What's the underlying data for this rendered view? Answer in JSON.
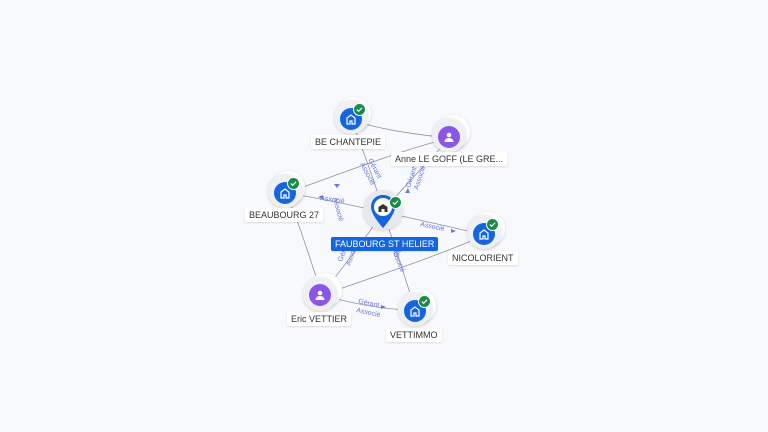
{
  "nodes": {
    "center": {
      "label": "FAUBOURG ST HELIER",
      "icon": "building-icon"
    },
    "be_chantepie": {
      "label": "BE CHANTEPIE",
      "icon": "building-icon"
    },
    "anne": {
      "label": "Anne LE GOFF (LE GRE...",
      "icon": "person-icon"
    },
    "beaubourg": {
      "label": "BEAUBOURG 27",
      "icon": "building-icon"
    },
    "nicolorient": {
      "label": "NICOLORIENT",
      "icon": "building-icon"
    },
    "eric": {
      "label": "Eric VETTIER",
      "icon": "person-icon"
    },
    "vettimmo": {
      "label": "VETTIMMO",
      "icon": "building-icon"
    }
  },
  "edge_labels": {
    "gerant": "Gérant",
    "associe": "Associé"
  },
  "colors": {
    "company": "#1565e0",
    "person": "#8b55e8",
    "verified": "#1a8a4a",
    "edge": "#8a93a8",
    "edge_label": "#6a78d8"
  }
}
